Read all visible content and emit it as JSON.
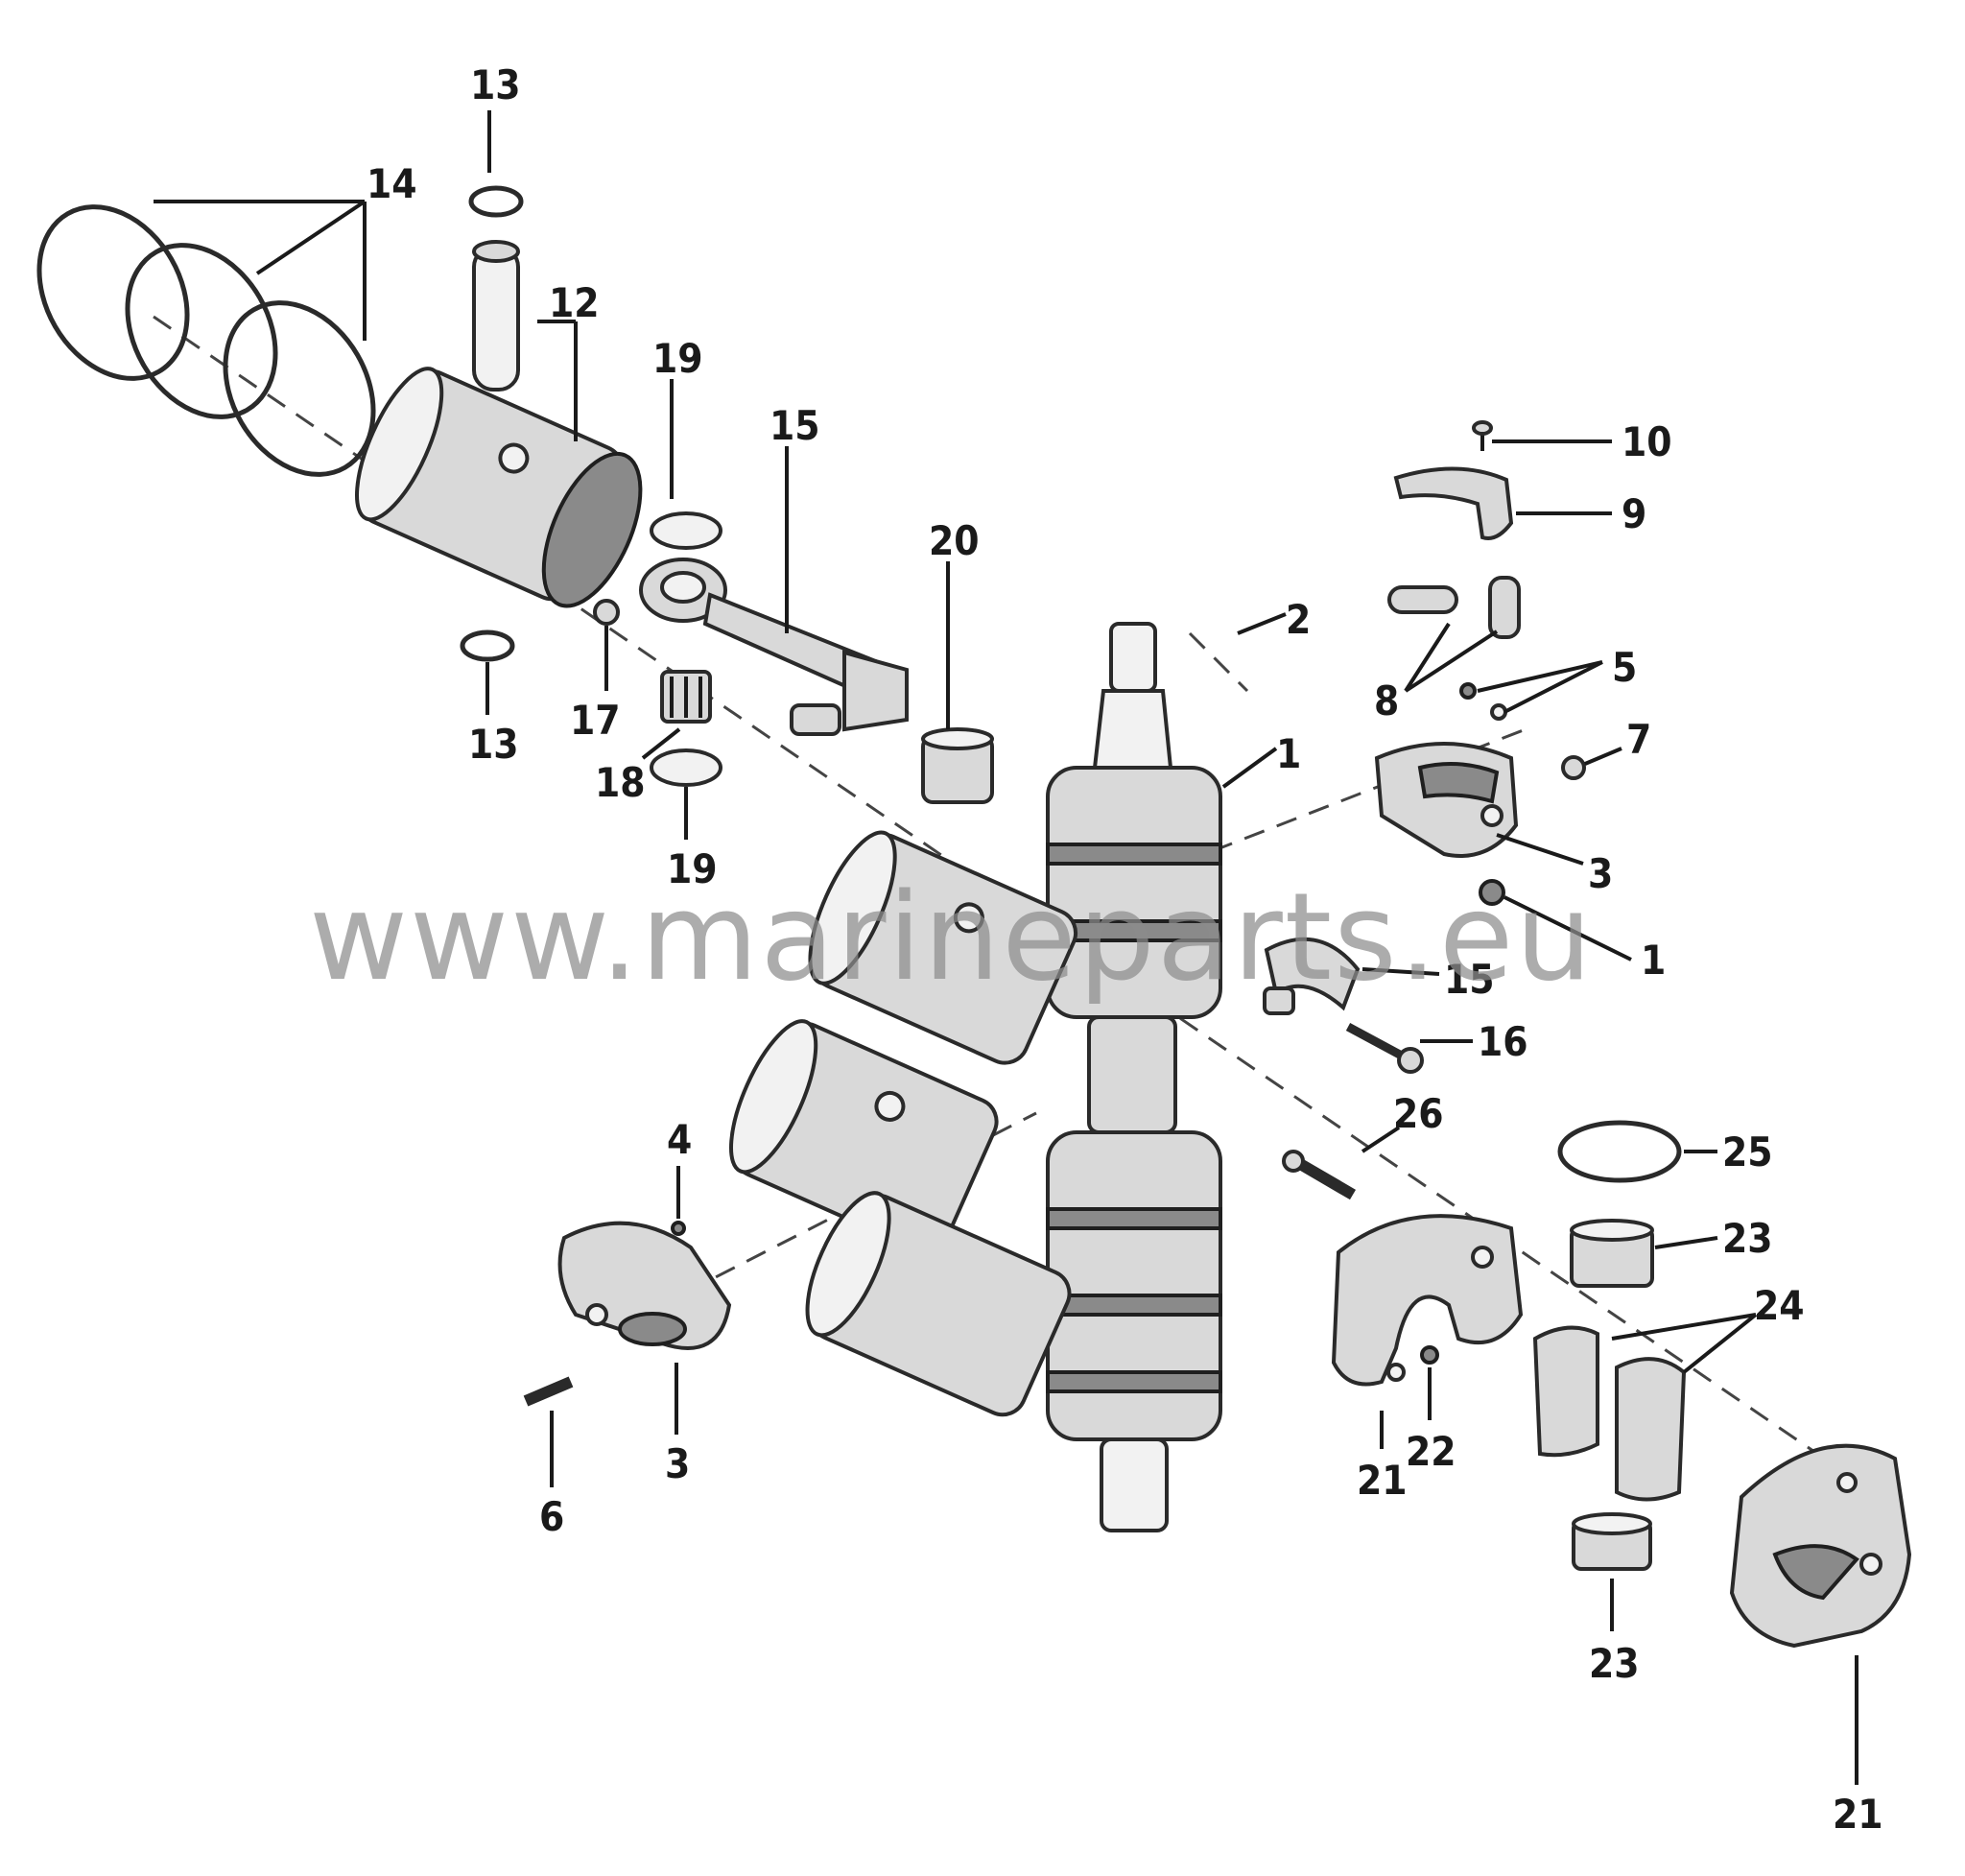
{
  "watermark": "www.marineparts.eu",
  "callouts": {
    "c1a": "1",
    "c1b": "1",
    "c2": "2",
    "c3a": "3",
    "c3b": "3",
    "c4": "4",
    "c5": "5",
    "c6": "6",
    "c7": "7",
    "c8": "8",
    "c9": "9",
    "c10": "10",
    "c12": "12",
    "c13a": "13",
    "c13b": "13",
    "c14": "14",
    "c15a": "15",
    "c15b": "15",
    "c16": "16",
    "c17": "17",
    "c18": "18",
    "c19a": "19",
    "c19b": "19",
    "c20": "20",
    "c21a": "21",
    "c21b": "21",
    "c22": "22",
    "c23a": "23",
    "c23b": "23",
    "c24": "24",
    "c25": "25",
    "c26": "26"
  }
}
